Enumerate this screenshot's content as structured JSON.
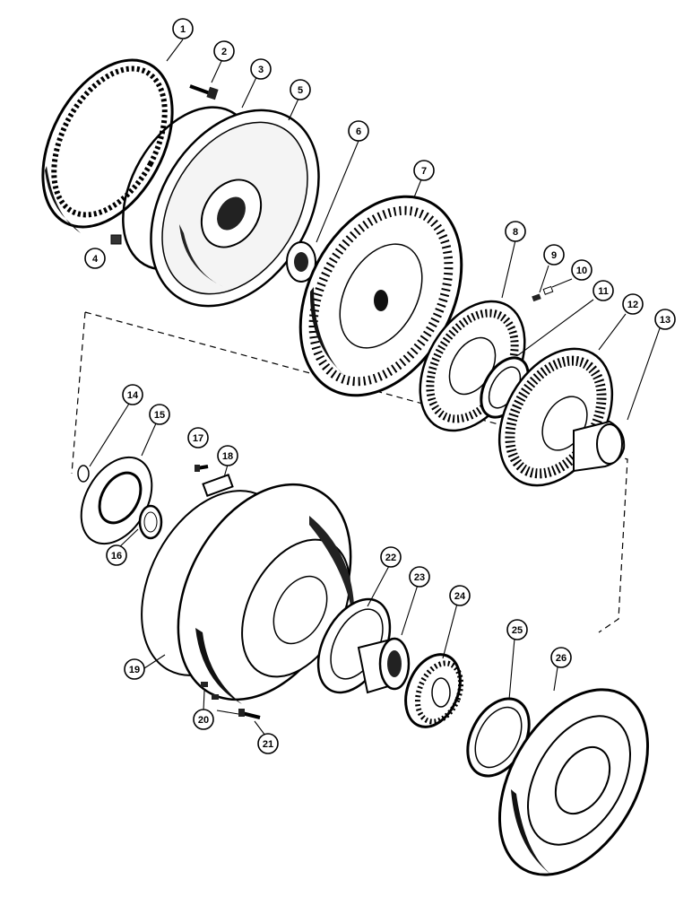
{
  "diagram": {
    "colors": {
      "ink": "#000000",
      "paper": "#ffffff",
      "shade": "#2b2b2b"
    },
    "callouts": [
      {
        "id": "c1",
        "label": "1"
      },
      {
        "id": "c2",
        "label": "2"
      },
      {
        "id": "c3",
        "label": "3"
      },
      {
        "id": "c4",
        "label": "4"
      },
      {
        "id": "c5",
        "label": "5"
      },
      {
        "id": "c6",
        "label": "6"
      },
      {
        "id": "c7",
        "label": "7"
      },
      {
        "id": "c8",
        "label": "8"
      },
      {
        "id": "c9",
        "label": "9"
      },
      {
        "id": "c10",
        "label": "10"
      },
      {
        "id": "c11",
        "label": "11"
      },
      {
        "id": "c12",
        "label": "12"
      },
      {
        "id": "c13",
        "label": "13"
      },
      {
        "id": "c14",
        "label": "14"
      },
      {
        "id": "c15",
        "label": "15"
      },
      {
        "id": "c16",
        "label": "16"
      },
      {
        "id": "c17",
        "label": "17"
      },
      {
        "id": "c18",
        "label": "18"
      },
      {
        "id": "c19",
        "label": "19"
      },
      {
        "id": "c20",
        "label": "20"
      },
      {
        "id": "c21",
        "label": "21"
      },
      {
        "id": "c22",
        "label": "22"
      },
      {
        "id": "c23",
        "label": "23"
      },
      {
        "id": "c24",
        "label": "24"
      },
      {
        "id": "c25",
        "label": "25"
      },
      {
        "id": "c26",
        "label": "26"
      }
    ]
  }
}
